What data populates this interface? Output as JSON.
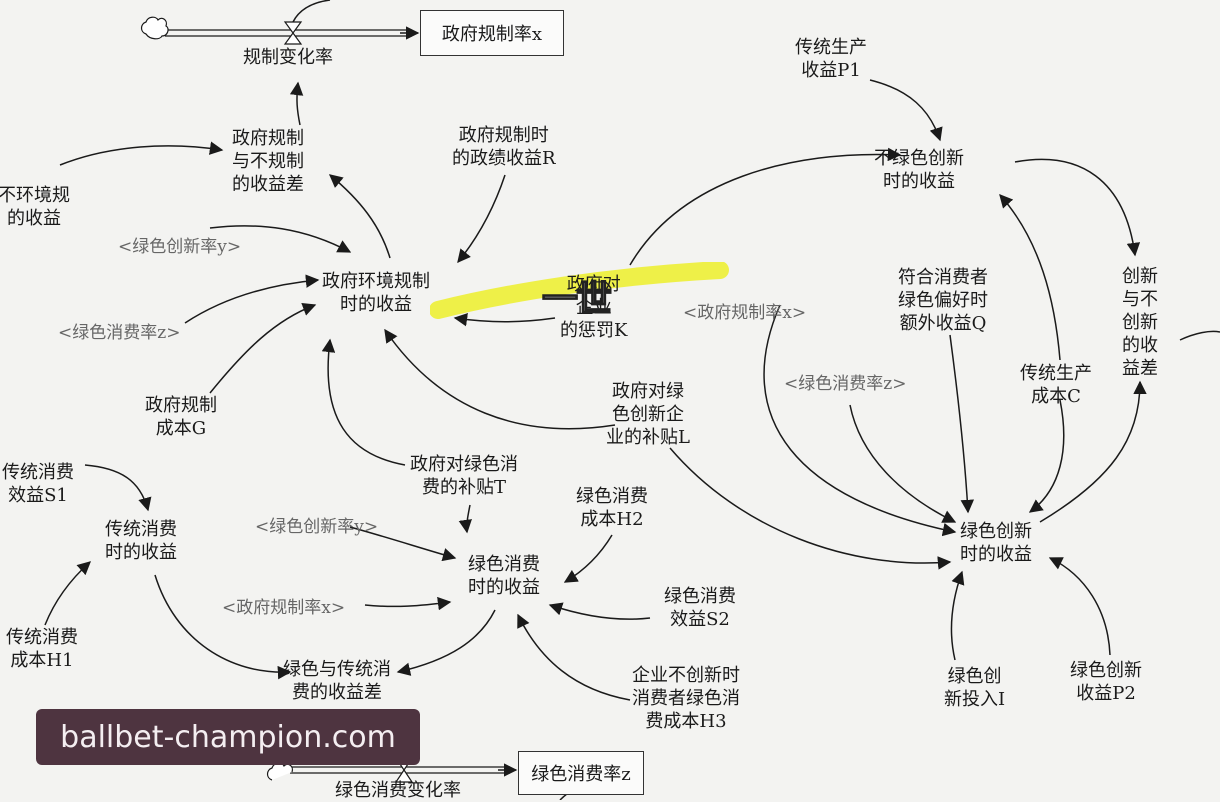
{
  "stocks": {
    "gov_regulation_rate": "政府规制率x",
    "green_consumption_rate": "绿色消费率z"
  },
  "flows": {
    "regulation_change_rate": "规制变化率",
    "green_consumption_change_rate": "绿色消费变化率"
  },
  "variables": {
    "gov_reg_vs_not_diff": "政府规制\n与不规制\n的收益差",
    "gov_not_env_reg_income": "不环境规\n的收益",
    "gov_reg_performance_R": "政府规制时\n的政绩收益R",
    "gov_env_reg_income": "政府环境规制\n时的收益",
    "gov_penalty_K": "政府对\n企业\n的惩罚K",
    "gov_reg_cost_G": "政府规制\n成本G",
    "gov_green_innov_subsidy_L": "政府对绿\n色创新企\n业的补贴L",
    "gov_green_consumption_subsidy_T": "政府对绿色消\n费的补贴T",
    "traditional_production_income_P1": "传统生产\n收益P1",
    "non_green_innov_income": "不绿色创新\n时的收益",
    "innov_vs_not_diff": "创新\n与不\n创新\n的收\n益差",
    "consumer_extra_income_Q": "符合消费者\n绿色偏好时\n额外收益Q",
    "traditional_production_cost_C": "传统生产\n成本C",
    "green_innov_income": "绿色创新\n时的收益",
    "green_innov_investment_I": "绿色创\n新投入I",
    "green_innov_income_P2": "绿色创新\n收益P2",
    "traditional_consumption_benefit_S1": "传统消费\n效益S1",
    "traditional_consumption_income": "传统消费\n时的收益",
    "traditional_consumption_cost_H1": "传统消费\n成本H1",
    "green_consumption_cost_H2": "绿色消费\n成本H2",
    "green_consumption_income": "绿色消费\n时的收益",
    "green_consumption_benefit_S2": "绿色消费\n效益S2",
    "green_vs_traditional_diff": "绿色与传统消\n费的收益差",
    "no_innov_consumer_cost_H3": "企业不创新时\n消费者绿色消\n费成本H3"
  },
  "shadows": {
    "green_innov_rate_1": "<绿色创新率y>",
    "green_consumption_rate_1": "<绿色消费率z>",
    "gov_reg_rate_1": "<政府规制率x>",
    "green_consumption_rate_2": "<绿色消费率z>",
    "green_innov_rate_2": "<绿色创新率y>",
    "gov_reg_rate_2": "<政府规制率x>"
  },
  "overlay_text": "一世",
  "watermark": "ballbet-champion.com",
  "colors": {
    "highlight": "#eef03a",
    "watermark_bg": "#4e3440",
    "line": "#1a1a1a"
  }
}
